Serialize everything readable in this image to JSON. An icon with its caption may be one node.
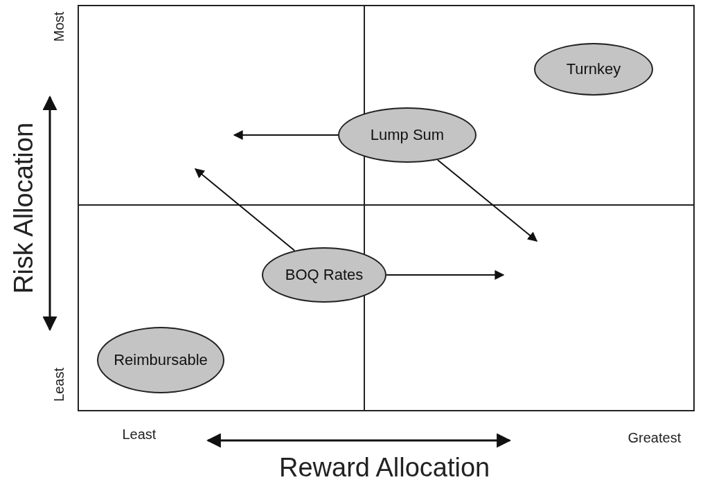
{
  "diagram": {
    "nodes": [
      {
        "text": [
          "Turnkey"
        ]
      },
      {
        "text": [
          "Lump Sum"
        ]
      },
      {
        "text": [
          "BOQ Rates"
        ]
      },
      {
        "text": [
          "Reimbursable"
        ]
      }
    ],
    "edges": [
      {
        "from": 1,
        "to": null,
        "arrow": "to"
      },
      {
        "from": 1,
        "to": null,
        "arrow": "to"
      },
      {
        "from": 2,
        "to": null,
        "arrow": "to"
      },
      {
        "from": 2,
        "to": null,
        "arrow": "to"
      }
    ],
    "labels": [
      "Most",
      "Risk Allocation",
      "Least",
      "Least",
      "Greatest",
      "Reward Allocation"
    ]
  }
}
